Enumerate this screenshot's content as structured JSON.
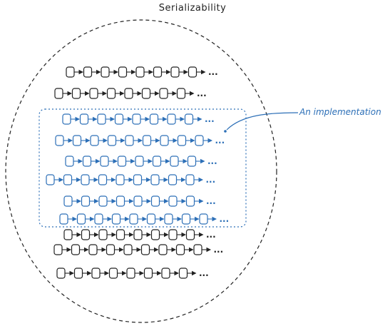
{
  "title": "Serializability",
  "implementation_label": "An implementation",
  "ellipsis": "...",
  "colors": {
    "outer": "#222222",
    "implementation": "#2c6fb7",
    "background": "#ffffff"
  },
  "chains": [
    {
      "nodes": 8,
      "group": "outer"
    },
    {
      "nodes": 8,
      "group": "outer"
    },
    {
      "nodes": 8,
      "group": "implementation"
    },
    {
      "nodes": 9,
      "group": "implementation"
    },
    {
      "nodes": 8,
      "group": "implementation"
    },
    {
      "nodes": 9,
      "group": "implementation"
    },
    {
      "nodes": 8,
      "group": "implementation"
    },
    {
      "nodes": 9,
      "group": "implementation"
    },
    {
      "nodes": 8,
      "group": "outer"
    },
    {
      "nodes": 9,
      "group": "outer"
    },
    {
      "nodes": 8,
      "group": "outer"
    }
  ]
}
